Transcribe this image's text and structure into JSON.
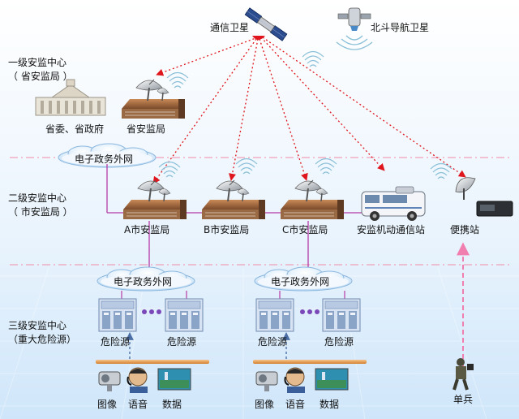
{
  "satellites": {
    "comm": "通信卫星",
    "beidou": "北斗导航卫星"
  },
  "tiers": {
    "tier1": {
      "title": "一级安监中心",
      "sub": "（ 省安监局 ）"
    },
    "tier2": {
      "title": "二级安监中心",
      "sub": "（ 市安监局 ）"
    },
    "tier3": {
      "title": "三级安监中心",
      "sub": "（重大危险源）"
    }
  },
  "nodes": {
    "provincial_gov": "省委、省政府",
    "provincial_bureau": "省安监局",
    "city_a": "A市安监局",
    "city_b": "B市安监局",
    "city_c": "C市安监局",
    "mobile_station": "安监机动通信站",
    "portable_station": "便携站",
    "soldier": "单兵"
  },
  "networks": {
    "egov_top": "电子政务外网",
    "egov_left": "电子政务外网",
    "egov_right": "电子政务外网"
  },
  "hazards": {
    "left_1": "危险源",
    "left_2": "危险源",
    "right_1": "危险源",
    "right_2": "危险源"
  },
  "media": {
    "left_image": "图像",
    "left_voice": "语音",
    "left_data": "数据",
    "right_image": "图像",
    "right_voice": "语音",
    "right_data": "数据"
  },
  "colors": {
    "link_red": "#e0161e",
    "tier_divider": "#f28aa8",
    "network_line": "#b63aa6",
    "uplink": "#f07fb0",
    "bus_orange": "#e8a052"
  }
}
